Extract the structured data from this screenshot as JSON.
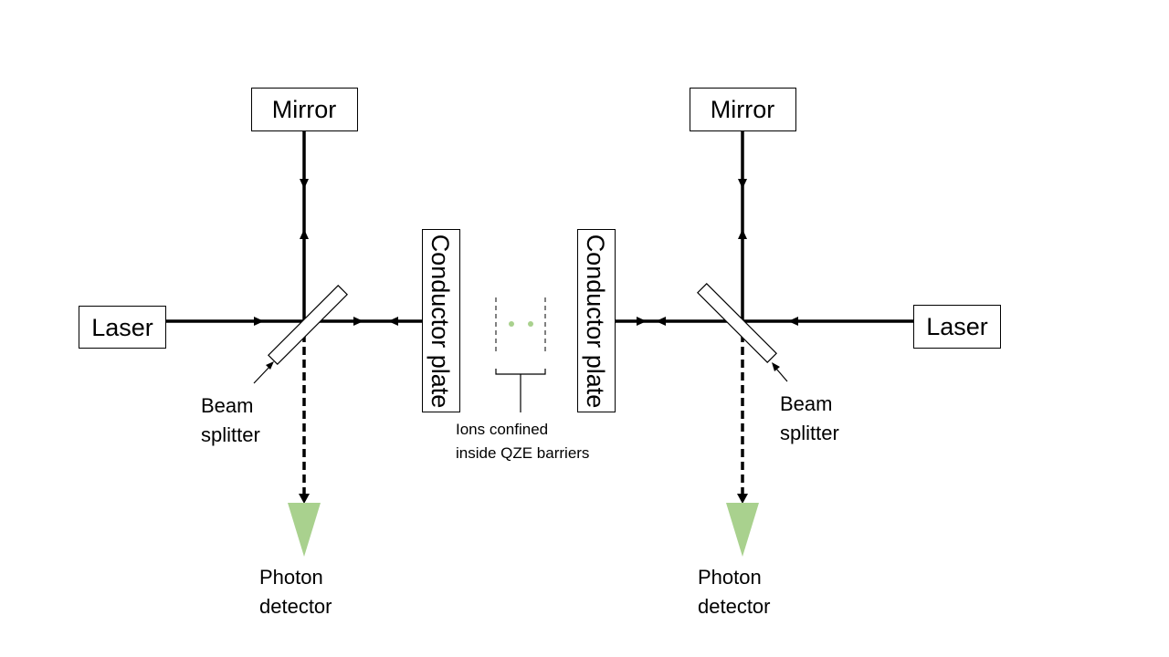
{
  "labels": {
    "mirror_left": "Mirror",
    "mirror_right": "Mirror",
    "laser_left": "Laser",
    "laser_right": "Laser",
    "conductor_left": "Conductor plate",
    "conductor_right": "Conductor plate",
    "beam_splitter_left_line1": "Beam",
    "beam_splitter_left_line2": "splitter",
    "beam_splitter_right_line1": "Beam",
    "beam_splitter_right_line2": "splitter",
    "photon_detector_left_line1": "Photon",
    "photon_detector_left_line2": "detector",
    "photon_detector_right_line1": "Photon",
    "photon_detector_right_line2": "detector",
    "ions_line1": "Ions confined",
    "ions_line2": "inside QZE barriers"
  },
  "colors": {
    "detector": "#a9d18e",
    "ion": "#a9d18e",
    "line": "#000000",
    "background": "#ffffff"
  },
  "icons": {
    "detector": "green-triangle-icon",
    "ion": "green-dot-icon",
    "beam_splitter": "beam-splitter-icon",
    "arrow": "arrowhead-icon"
  }
}
